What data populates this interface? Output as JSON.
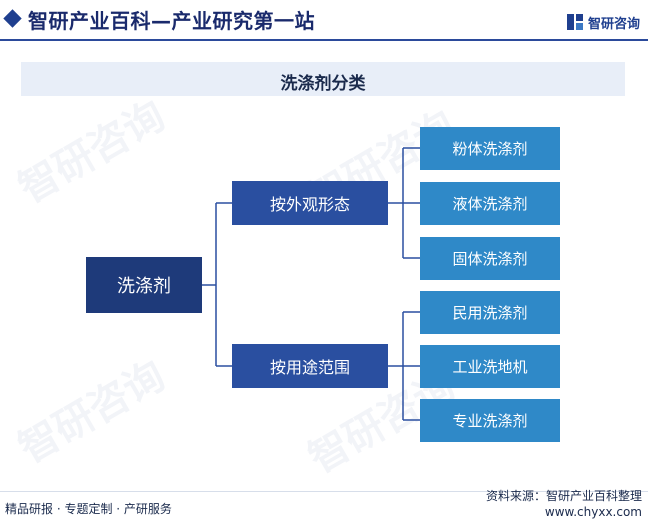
{
  "header": {
    "title": "智研产业百科—产业研究第一站",
    "brand": "智研咨询"
  },
  "diagram": {
    "title": "洗涤剂分类",
    "root": "洗涤剂",
    "categories": [
      {
        "label": "按外观形态",
        "children": [
          "粉体洗涤剂",
          "液体洗涤剂",
          "固体洗涤剂"
        ]
      },
      {
        "label": "按用途范围",
        "children": [
          "民用洗涤剂",
          "工业洗地机",
          "专业洗涤剂"
        ]
      }
    ]
  },
  "watermark": "智研咨询",
  "footer": {
    "left": "精品研报 · 专题定制 · 产研服务",
    "source": "资料来源：智研产业百科整理",
    "url": "www.chyxx.com"
  },
  "colors": {
    "root": "#1e3a7a",
    "category": "#2a4fa0",
    "leaf": "#2f89c8",
    "connector": "#2a4fa0"
  }
}
